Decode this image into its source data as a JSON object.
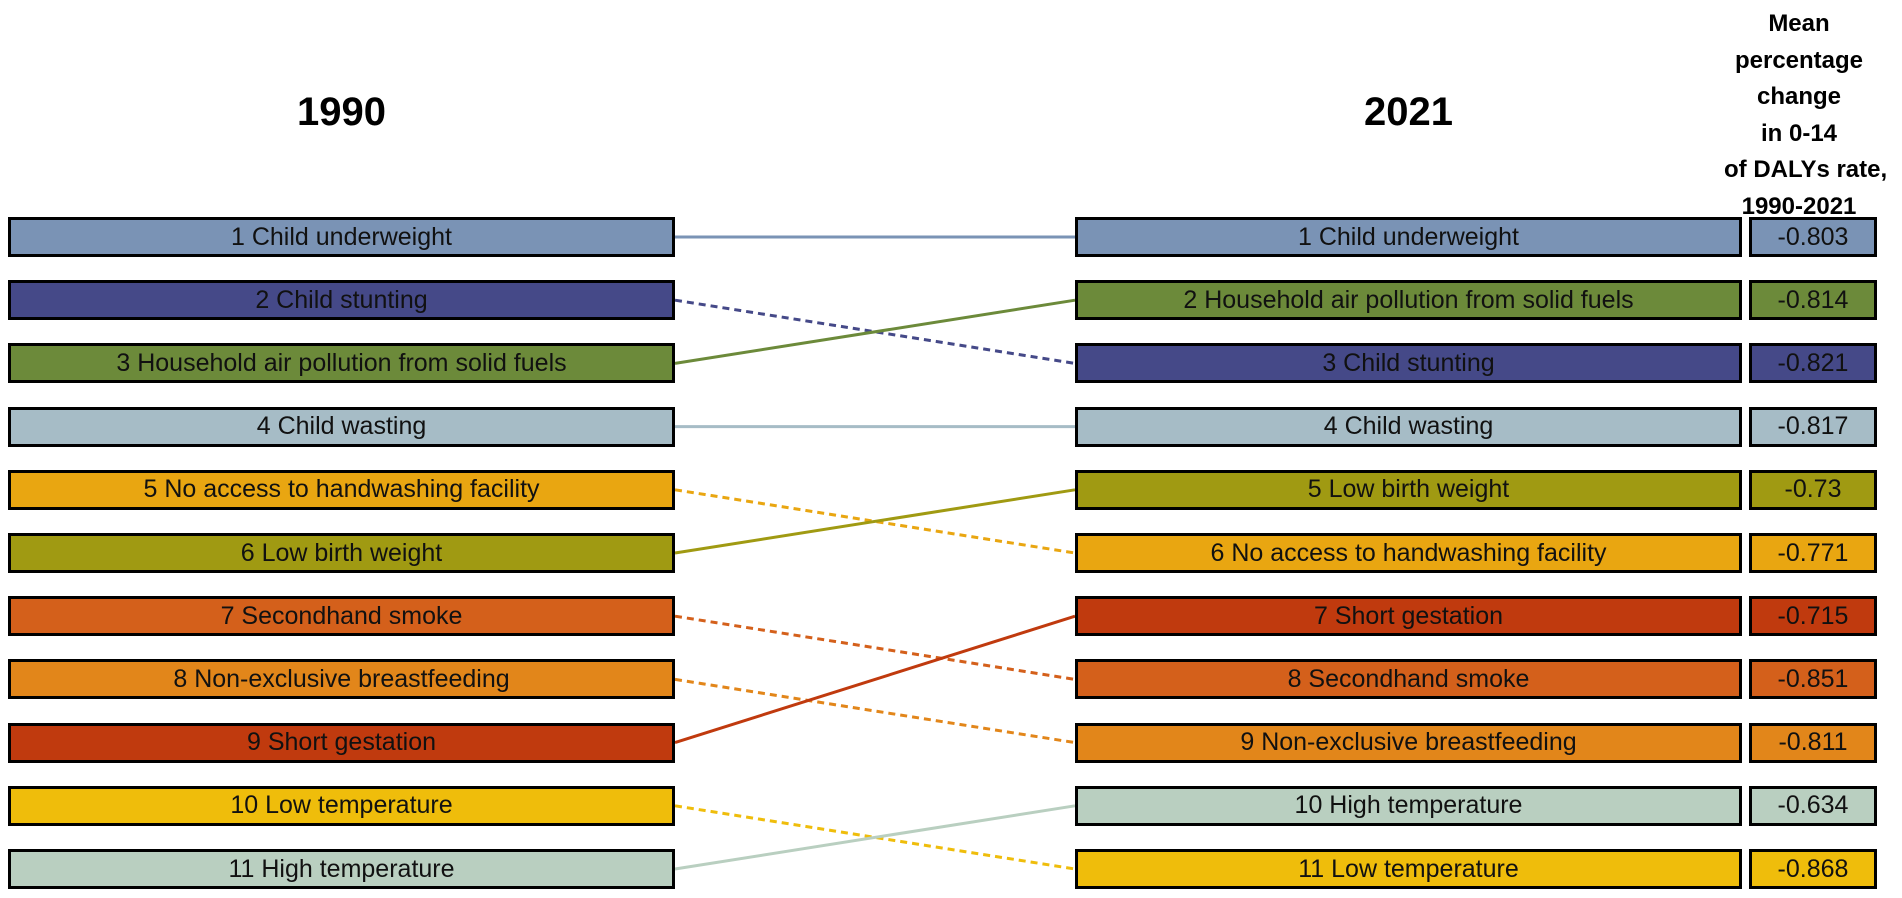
{
  "chart_data": {
    "type": "bump",
    "left_header": "1990",
    "right_header": "2021",
    "change_header_lines": [
      "Mean",
      "percentage",
      "change",
      "in 0-14",
      "of DALYs rate,",
      "1990-2021"
    ],
    "left_ranking": [
      {
        "label": "1 Child underweight",
        "factor": "Child underweight",
        "color": "#7a93b5"
      },
      {
        "label": "2 Child stunting",
        "factor": "Child stunting",
        "color": "#454988"
      },
      {
        "label": "3 Household air pollution from solid fuels",
        "factor": "Household air pollution from solid fuels",
        "color": "#6c8a3a"
      },
      {
        "label": "4 Child wasting",
        "factor": "Child wasting",
        "color": "#a6bcc6"
      },
      {
        "label": "5 No access to handwashing facility",
        "factor": "No access to handwashing facility",
        "color": "#e9a611"
      },
      {
        "label": "6 Low birth weight",
        "factor": "Low birth weight",
        "color": "#a09a12"
      },
      {
        "label": "7 Secondhand smoke",
        "factor": "Secondhand smoke",
        "color": "#d4601b"
      },
      {
        "label": "8 Non-exclusive breastfeeding",
        "factor": "Non-exclusive breastfeeding",
        "color": "#e2861a"
      },
      {
        "label": "9 Short gestation",
        "factor": "Short gestation",
        "color": "#c03a0e"
      },
      {
        "label": "10 Low temperature",
        "factor": "Low temperature",
        "color": "#efbd0b"
      },
      {
        "label": "11 High temperature",
        "factor": "High temperature",
        "color": "#b9cfc0"
      }
    ],
    "right_ranking": [
      {
        "label": "1 Child underweight",
        "factor": "Child underweight",
        "color": "#7a93b5",
        "change": "-0.803"
      },
      {
        "label": "2 Household air pollution from solid fuels",
        "factor": "Household air pollution from solid fuels",
        "color": "#6c8a3a",
        "change": "-0.814"
      },
      {
        "label": "3 Child stunting",
        "factor": "Child stunting",
        "color": "#454988",
        "change": "-0.821"
      },
      {
        "label": "4 Child wasting",
        "factor": "Child wasting",
        "color": "#a6bcc6",
        "change": "-0.817"
      },
      {
        "label": "5 Low birth weight",
        "factor": "Low birth weight",
        "color": "#a09a12",
        "change": "-0.73"
      },
      {
        "label": "6 No access to handwashing facility",
        "factor": "No access to handwashing facility",
        "color": "#e9a611",
        "change": "-0.771"
      },
      {
        "label": "7 Short gestation",
        "factor": "Short gestation",
        "color": "#c03a0e",
        "change": "-0.715"
      },
      {
        "label": "8 Secondhand smoke",
        "factor": "Secondhand smoke",
        "color": "#d4601b",
        "change": "-0.851"
      },
      {
        "label": "9 Non-exclusive breastfeeding",
        "factor": "Non-exclusive breastfeeding",
        "color": "#e2861a",
        "change": "-0.811"
      },
      {
        "label": "10 High temperature",
        "factor": "High temperature",
        "color": "#b9cfc0",
        "change": "-0.634"
      },
      {
        "label": "11 Low temperature",
        "factor": "Low temperature",
        "color": "#efbd0b",
        "change": "-0.868"
      }
    ],
    "line_style_rule": "solid = rank rose or unchanged, dashed = rank fell"
  }
}
